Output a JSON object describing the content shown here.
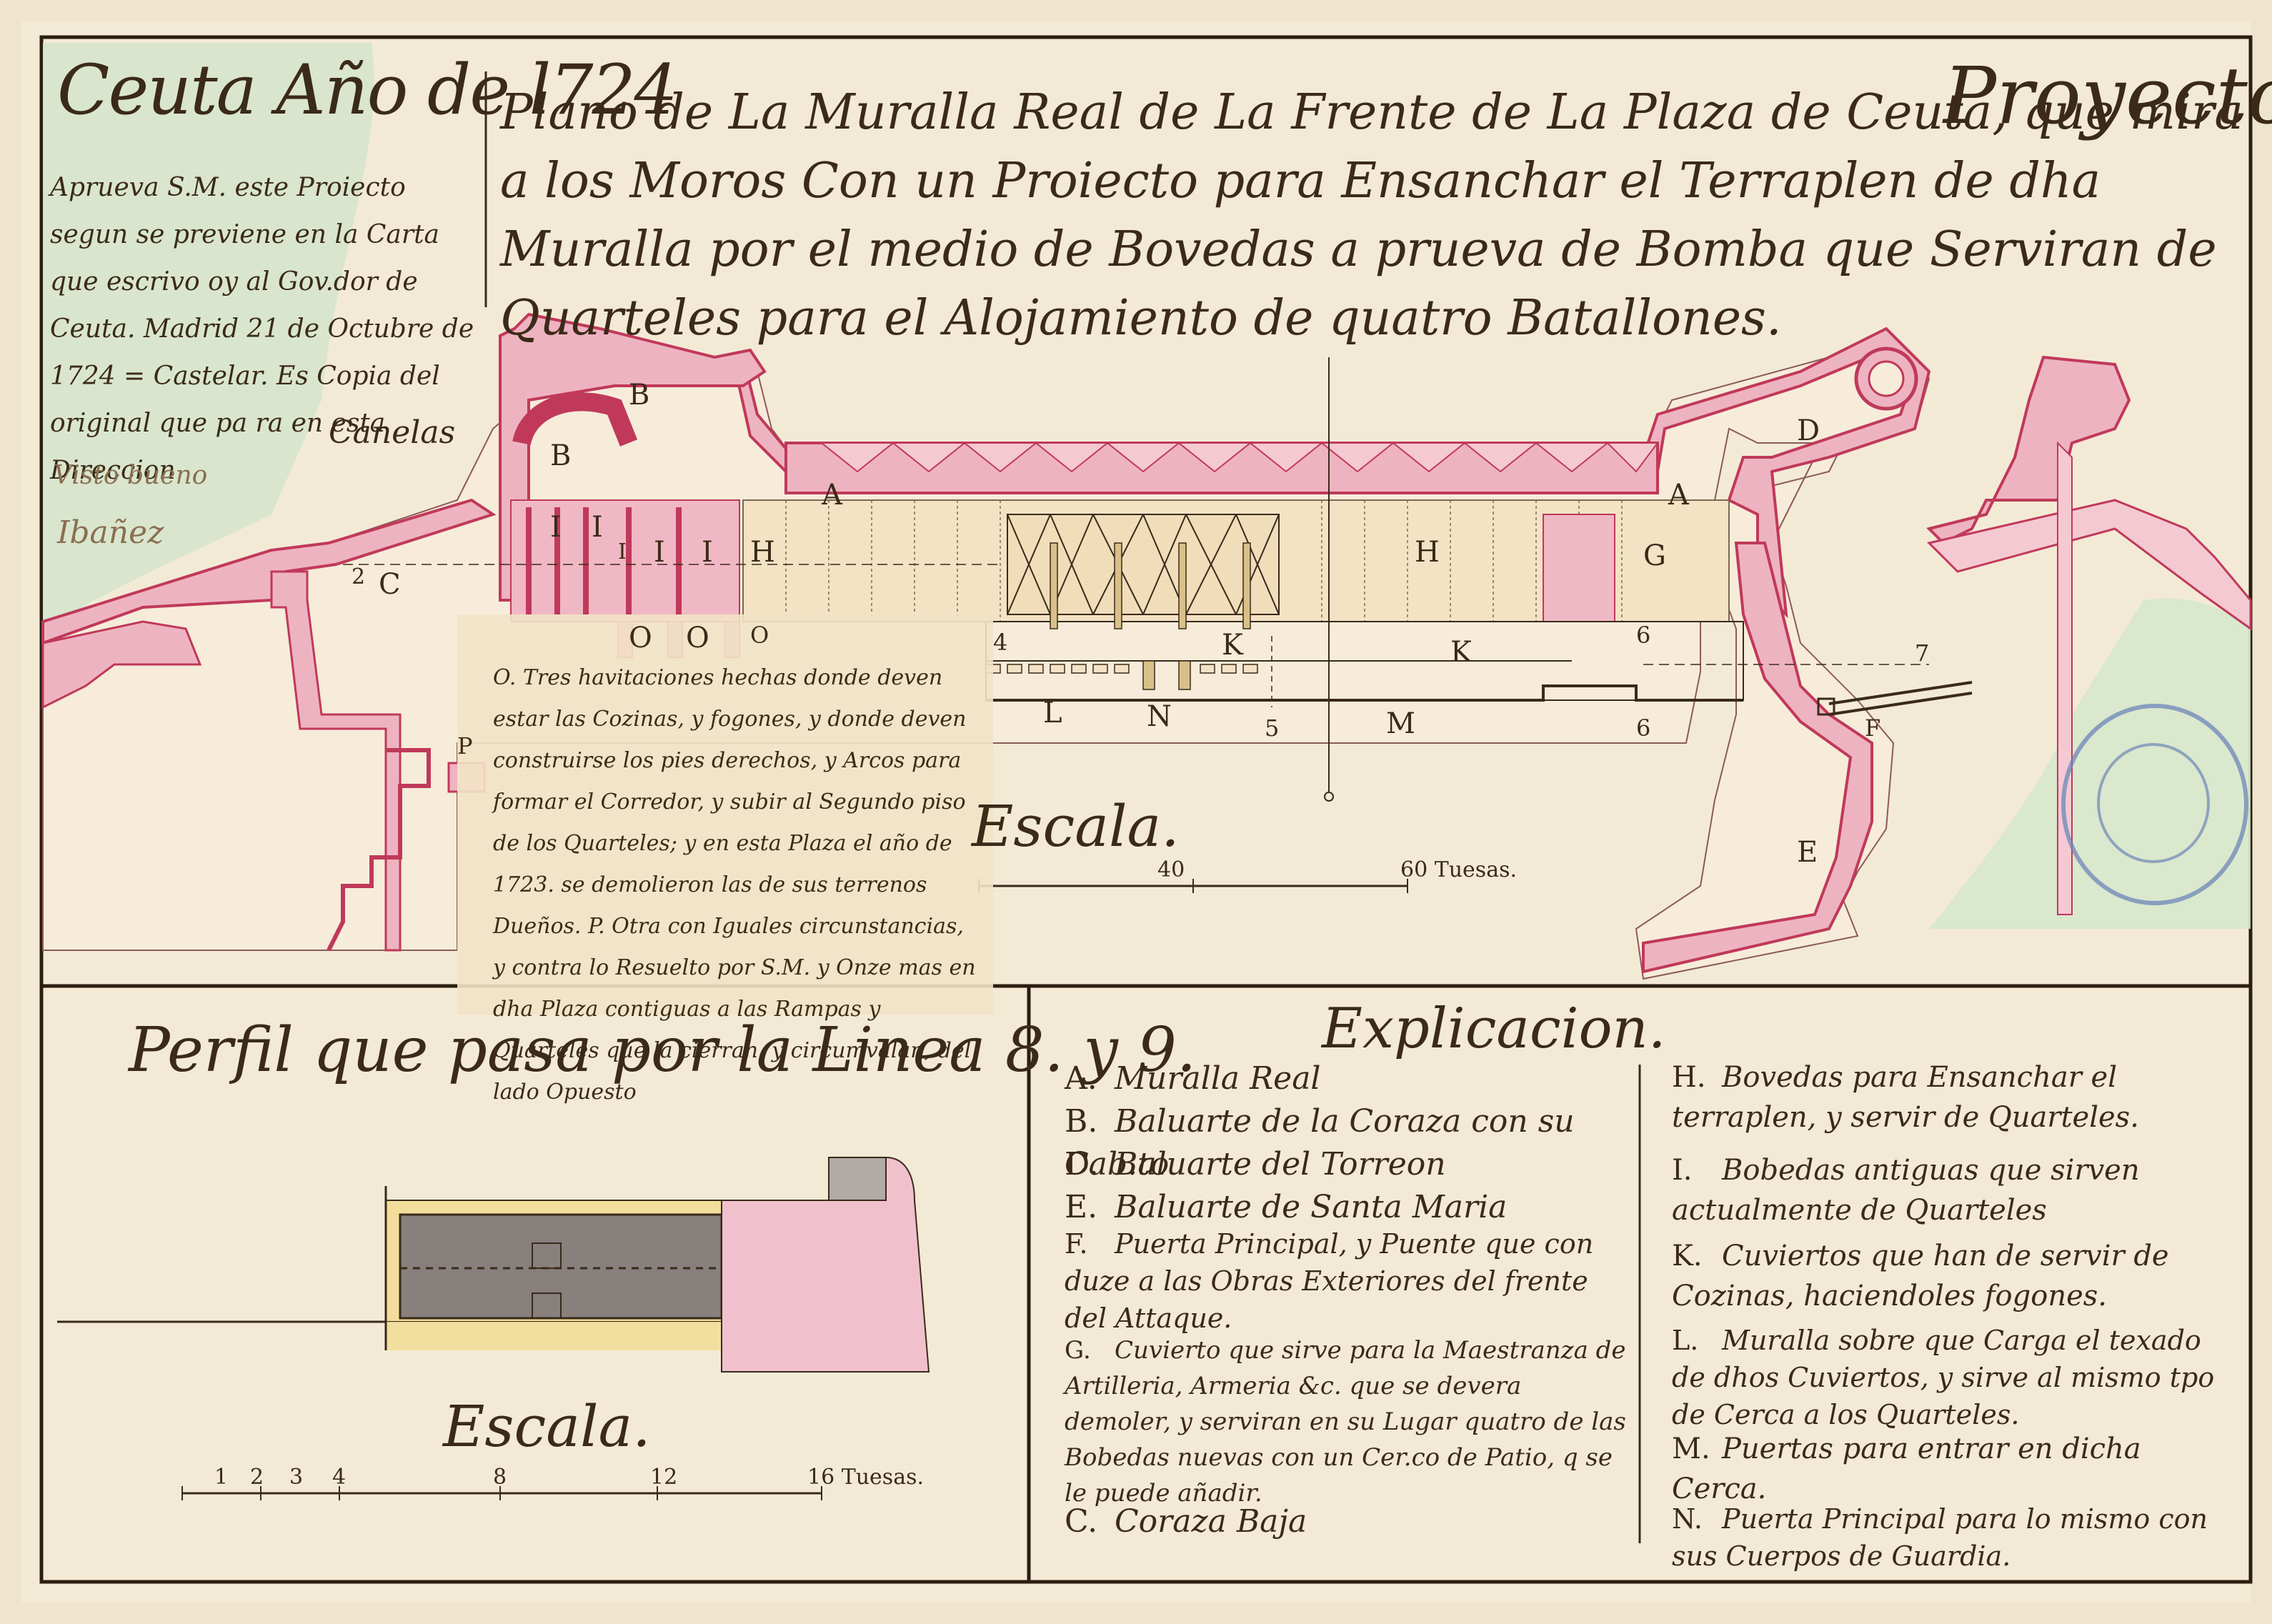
{
  "header": {
    "place_year": "Ceuta Año de l724",
    "approval_note": "Aprueva S.M. este Proiecto segun se previene en la Carta que escrivo oy al Gov.dor de Ceuta. Madrid 21 de Octubre de 1724 = Castelar. Es Copia del original que pa ra en esta Direccion",
    "signature_1": "Canelas",
    "visto_bueno": "Visto bueno",
    "signature_2": "Ibañez",
    "title": "Plano de La Muralla Real de La Frente de La Plaza de Ceuta, que mira a los Moros Con un Proiecto para Ensanchar el Terraplen de dha Muralla por el medio de Bovedas a prueva de Bomba que Serviran de Quarteles para el Alojamiento de quatro Batallones.",
    "proyecto": "Proyecto"
  },
  "plan_letters": {
    "A_left": "A",
    "A_right": "A",
    "B_top": "B",
    "B_low": "B",
    "C": "C",
    "D": "D",
    "E": "E",
    "F": "F",
    "G": "G",
    "H_left": "H",
    "H_right": "H",
    "I_1": "I",
    "I_2": "I",
    "I_3": "I",
    "I_4": "I",
    "I_5": "I",
    "K_1": "K",
    "K_2": "K",
    "L": "L",
    "M": "M",
    "N": "N",
    "O_1": "O",
    "O_2": "O",
    "O_3": "O",
    "P": "P",
    "n2": "2",
    "n4": "4",
    "n5": "5",
    "n6a": "6",
    "n6b": "6",
    "n7": "7"
  },
  "plan_note": "O. Tres havitaciones hechas donde deven estar las Cozinas, y fogones, y donde deven construirse los pies derechos, y Arcos para formar el Corredor, y subir al Segundo piso de los Quarteles; y en esta Plaza el año de 1723. se demolieron las de sus terrenos Dueños. P. Otra con Iguales circunstancias, y contra lo Resuelto por S.M. y Onze mas en dha Plaza contiguas a las Rampas y Quarteles que la cierran, y circumvalan, del lado Opuesto",
  "plan_scale": {
    "label": "Escala.",
    "tick_40": "40",
    "tick_60": "60 Tuesas."
  },
  "profile": {
    "title": "Perfil que pasa por la Linea 8. y 9.",
    "scale_label": "Escala.",
    "ticks": [
      "1",
      "2",
      "3",
      "4",
      "8",
      "12",
      "16 Tuesas."
    ]
  },
  "explicacion": {
    "title": "Explicacion.",
    "left": [
      {
        "key": "A.",
        "text": "Muralla Real"
      },
      {
        "key": "B.",
        "text": "Baluarte de la Coraza con su Cab.to"
      },
      {
        "key": "D.",
        "text": "Baluarte del Torreon"
      },
      {
        "key": "E.",
        "text": "Baluarte de Santa Maria"
      },
      {
        "key": "F.",
        "text": "Puerta Principal, y Puente que con duze a las Obras Exteriores del frente del Attaque."
      },
      {
        "key": "G.",
        "text": "Cuvierto que sirve para la Maestranza de Artilleria, Armeria &c. que se devera demoler, y serviran en su Lugar quatro de las Bobedas nuevas con un Cer.co de Patio, q se le puede añadir."
      },
      {
        "key": "C.",
        "text": "Coraza Baja"
      }
    ],
    "right": [
      {
        "key": "H.",
        "text": "Bovedas para Ensanchar el terraplen, y servir de Quarteles."
      },
      {
        "key": "I.",
        "text": "Bobedas antiguas que sirven actualmente de Quarteles"
      },
      {
        "key": "K.",
        "text": "Cuviertos que han de servir de Cozinas, haciendoles fogones."
      },
      {
        "key": "L.",
        "text": "Muralla sobre que Carga el texado de dhos Cuviertos, y sirve al mismo tpo de Cerca a los Quarteles."
      },
      {
        "key": "M.",
        "text": "Puertas para entrar en dicha Cerca."
      },
      {
        "key": "N.",
        "text": "Puerta Principal para lo mismo con sus Cuerpos de Guardia."
      }
    ]
  },
  "colors": {
    "paper": "#efe5cf",
    "wall_pink": "#e9a3b4",
    "wall_line": "#c0395a",
    "ink": "#3b2a18",
    "vault_fill": "#f3e2c4",
    "green_sea": "#cfe3c4",
    "stamp_blue": "#6d86b8"
  }
}
